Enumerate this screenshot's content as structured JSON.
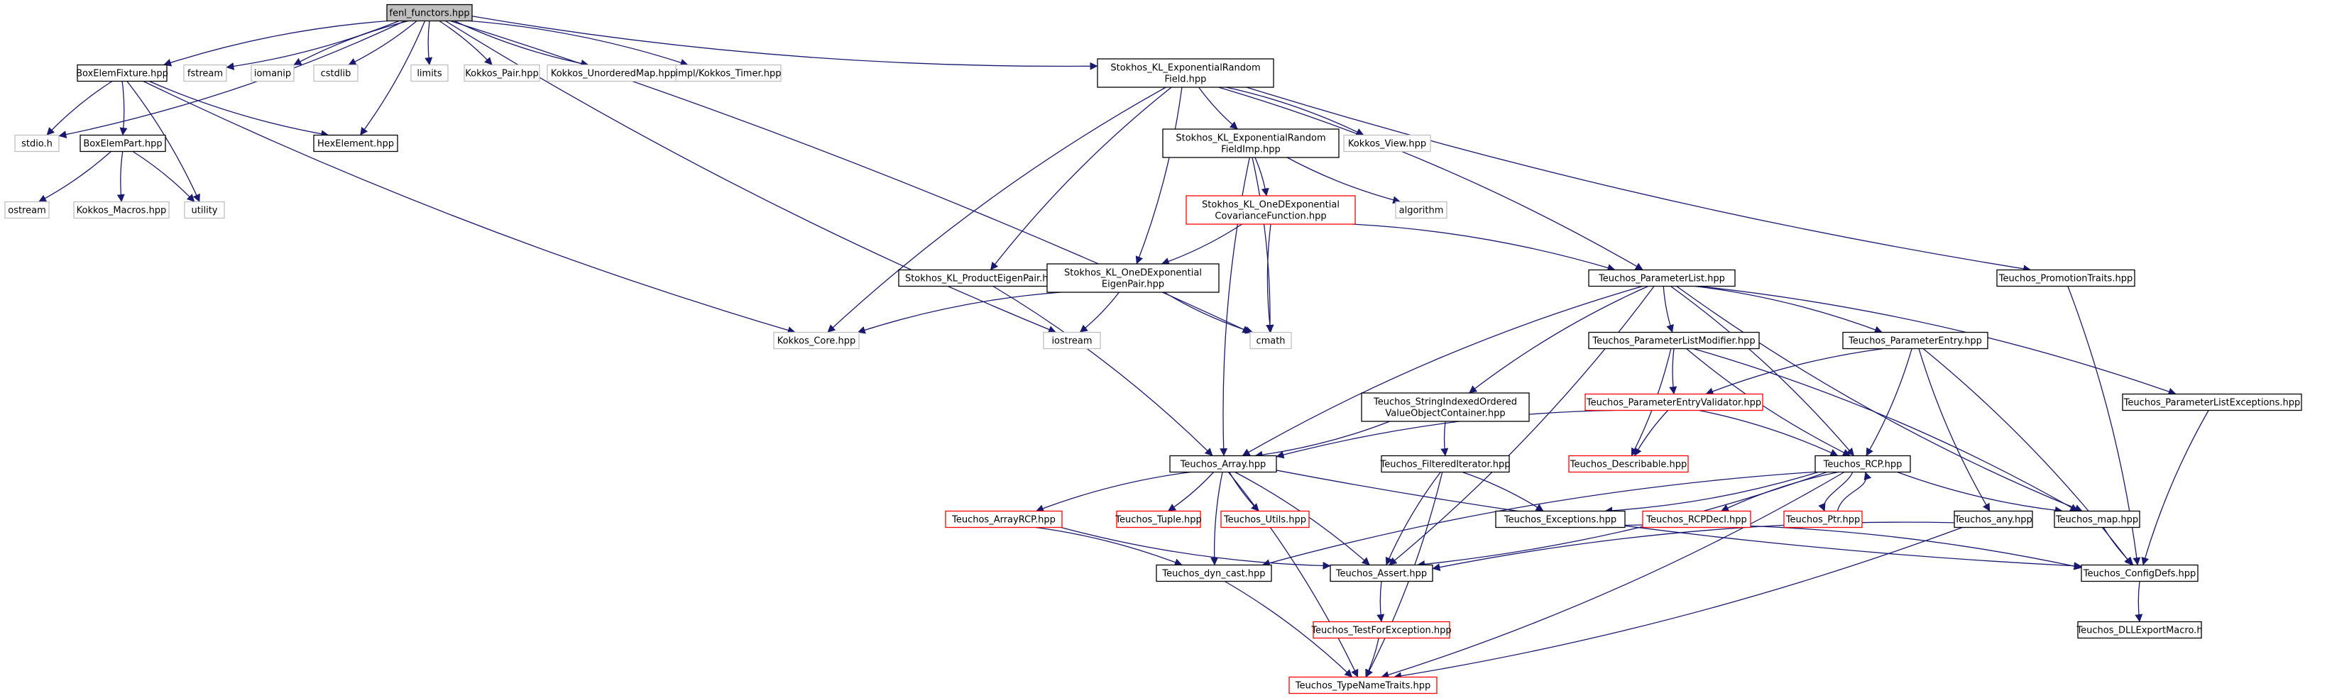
{
  "colors": {
    "edge": "#191970",
    "border_normal": "#000000",
    "border_missing": "#bfbfbf",
    "border_truncated": "#ff0000",
    "fill_root": "#bfbfbf",
    "fill": "#ffffff"
  },
  "nodes": {
    "fenl": {
      "lines": [
        "fenl_functors.hpp"
      ],
      "kind": "root"
    },
    "stdio": {
      "lines": [
        "stdio.h"
      ],
      "kind": "missing"
    },
    "boxfix": {
      "lines": [
        "BoxElemFixture.hpp"
      ],
      "kind": "normal"
    },
    "fstream": {
      "lines": [
        "fstream"
      ],
      "kind": "missing"
    },
    "iomanip": {
      "lines": [
        "iomanip"
      ],
      "kind": "missing"
    },
    "cstdlib": {
      "lines": [
        "cstdlib"
      ],
      "kind": "missing"
    },
    "limits": {
      "lines": [
        "limits"
      ],
      "kind": "missing"
    },
    "kpair": {
      "lines": [
        "Kokkos_Pair.hpp"
      ],
      "kind": "missing"
    },
    "kumap": {
      "lines": [
        "Kokkos_UnorderedMap.hpp"
      ],
      "kind": "missing"
    },
    "ktimer": {
      "lines": [
        "impl/Kokkos_Timer.hpp"
      ],
      "kind": "missing"
    },
    "skl_exp": {
      "lines": [
        "Stokhos_KL_ExponentialRandom",
        "Field.hpp"
      ],
      "kind": "normal"
    },
    "boxpart": {
      "lines": [
        "BoxElemPart.hpp"
      ],
      "kind": "normal"
    },
    "hexel": {
      "lines": [
        "HexElement.hpp"
      ],
      "kind": "normal"
    },
    "ostream": {
      "lines": [
        "ostream"
      ],
      "kind": "missing"
    },
    "kmacros": {
      "lines": [
        "Kokkos_Macros.hpp"
      ],
      "kind": "missing"
    },
    "utility": {
      "lines": [
        "utility"
      ],
      "kind": "missing"
    },
    "skl_expimp": {
      "lines": [
        "Stokhos_KL_ExponentialRandom",
        "FieldImp.hpp"
      ],
      "kind": "normal"
    },
    "kview": {
      "lines": [
        "Kokkos_View.hpp"
      ],
      "kind": "missing"
    },
    "skl_cov": {
      "lines": [
        "Stokhos_KL_OneDExponential",
        "CovarianceFunction.hpp"
      ],
      "kind": "truncated"
    },
    "algorithm": {
      "lines": [
        "algorithm"
      ],
      "kind": "missing"
    },
    "skl_prod": {
      "lines": [
        "Stokhos_KL_ProductEigenPair.hpp"
      ],
      "kind": "normal"
    },
    "skl_eig": {
      "lines": [
        "Stokhos_KL_OneDExponential",
        "EigenPair.hpp"
      ],
      "kind": "normal"
    },
    "tparam": {
      "lines": [
        "Teuchos_ParameterList.hpp"
      ],
      "kind": "normal"
    },
    "tpromo": {
      "lines": [
        "Teuchos_PromotionTraits.hpp"
      ],
      "kind": "normal"
    },
    "kcore": {
      "lines": [
        "Kokkos_Core.hpp"
      ],
      "kind": "missing"
    },
    "iostream": {
      "lines": [
        "iostream"
      ],
      "kind": "missing"
    },
    "cmath": {
      "lines": [
        "cmath"
      ],
      "kind": "missing"
    },
    "tplmod": {
      "lines": [
        "Teuchos_ParameterListModifier.hpp"
      ],
      "kind": "normal"
    },
    "tpentry": {
      "lines": [
        "Teuchos_ParameterEntry.hpp"
      ],
      "kind": "normal"
    },
    "tsiov": {
      "lines": [
        "Teuchos_StringIndexedOrdered",
        "ValueObjectContainer.hpp"
      ],
      "kind": "normal"
    },
    "tpev": {
      "lines": [
        "Teuchos_ParameterEntryValidator.hpp"
      ],
      "kind": "truncated"
    },
    "tplexc": {
      "lines": [
        "Teuchos_ParameterListExceptions.hpp"
      ],
      "kind": "normal"
    },
    "tarray": {
      "lines": [
        "Teuchos_Array.hpp"
      ],
      "kind": "normal"
    },
    "tfiter": {
      "lines": [
        "Teuchos_FilteredIterator.hpp"
      ],
      "kind": "normal"
    },
    "tdesc": {
      "lines": [
        "Teuchos_Describable.hpp"
      ],
      "kind": "truncated"
    },
    "trcp": {
      "lines": [
        "Teuchos_RCP.hpp"
      ],
      "kind": "normal"
    },
    "tarcp": {
      "lines": [
        "Teuchos_ArrayRCP.hpp"
      ],
      "kind": "truncated"
    },
    "ttuple": {
      "lines": [
        "Teuchos_Tuple.hpp"
      ],
      "kind": "truncated"
    },
    "tutils": {
      "lines": [
        "Teuchos_Utils.hpp"
      ],
      "kind": "truncated"
    },
    "texc": {
      "lines": [
        "Teuchos_Exceptions.hpp"
      ],
      "kind": "normal"
    },
    "trcpdecl": {
      "lines": [
        "Teuchos_RCPDecl.hpp"
      ],
      "kind": "truncated"
    },
    "tptr": {
      "lines": [
        "Teuchos_Ptr.hpp"
      ],
      "kind": "truncated"
    },
    "tany": {
      "lines": [
        "Teuchos_any.hpp"
      ],
      "kind": "normal"
    },
    "tmap": {
      "lines": [
        "Teuchos_map.hpp"
      ],
      "kind": "normal"
    },
    "tdyn": {
      "lines": [
        "Teuchos_dyn_cast.hpp"
      ],
      "kind": "normal"
    },
    "tassert": {
      "lines": [
        "Teuchos_Assert.hpp"
      ],
      "kind": "normal"
    },
    "tconf": {
      "lines": [
        "Teuchos_ConfigDefs.hpp"
      ],
      "kind": "normal"
    },
    "ttfe": {
      "lines": [
        "Teuchos_TestForException.hpp"
      ],
      "kind": "truncated"
    },
    "tdll": {
      "lines": [
        "Teuchos_DLLExportMacro.h"
      ],
      "kind": "normal"
    },
    "ttnt": {
      "lines": [
        "Teuchos_TypeNameTraits.hpp"
      ],
      "kind": "truncated"
    }
  },
  "edges": [
    [
      "fenl",
      "stdio"
    ],
    [
      "fenl",
      "boxfix"
    ],
    [
      "fenl",
      "fstream"
    ],
    [
      "fenl",
      "iomanip"
    ],
    [
      "fenl",
      "cstdlib"
    ],
    [
      "fenl",
      "limits"
    ],
    [
      "fenl",
      "kpair"
    ],
    [
      "fenl",
      "kumap"
    ],
    [
      "fenl",
      "ktimer"
    ],
    [
      "fenl",
      "skl_exp"
    ],
    [
      "fenl",
      "hexel"
    ],
    [
      "fenl",
      "iostream"
    ],
    [
      "fenl",
      "cmath"
    ],
    [
      "boxfix",
      "stdio"
    ],
    [
      "boxfix",
      "boxpart"
    ],
    [
      "boxfix",
      "hexel"
    ],
    [
      "boxfix",
      "utility"
    ],
    [
      "boxfix",
      "kcore"
    ],
    [
      "boxpart",
      "ostream"
    ],
    [
      "boxpart",
      "kmacros"
    ],
    [
      "boxpart",
      "utility"
    ],
    [
      "skl_exp",
      "skl_expimp"
    ],
    [
      "skl_exp",
      "kview"
    ],
    [
      "skl_exp",
      "skl_prod"
    ],
    [
      "skl_exp",
      "skl_eig"
    ],
    [
      "skl_exp",
      "kcore"
    ],
    [
      "skl_exp",
      "tparam"
    ],
    [
      "skl_exp",
      "tpromo"
    ],
    [
      "skl_expimp",
      "skl_cov"
    ],
    [
      "skl_expimp",
      "algorithm"
    ],
    [
      "skl_expimp",
      "cmath"
    ],
    [
      "skl_expimp",
      "tarray"
    ],
    [
      "skl_cov",
      "skl_eig"
    ],
    [
      "skl_cov",
      "cmath"
    ],
    [
      "skl_cov",
      "tparam"
    ],
    [
      "skl_eig",
      "kcore"
    ],
    [
      "skl_eig",
      "iostream"
    ],
    [
      "skl_eig",
      "cmath"
    ],
    [
      "skl_prod",
      "tarray"
    ],
    [
      "tparam",
      "tplmod"
    ],
    [
      "tparam",
      "tpentry"
    ],
    [
      "tparam",
      "tsiov"
    ],
    [
      "tparam",
      "tplexc"
    ],
    [
      "tparam",
      "tarray"
    ],
    [
      "tparam",
      "trcp"
    ],
    [
      "tparam",
      "tmap"
    ],
    [
      "tparam",
      "tassert"
    ],
    [
      "tplmod",
      "tpev"
    ],
    [
      "tplmod",
      "tdesc"
    ],
    [
      "tplmod",
      "trcp"
    ],
    [
      "tplmod",
      "tmap"
    ],
    [
      "tpentry",
      "tpev"
    ],
    [
      "tpentry",
      "trcp"
    ],
    [
      "tpentry",
      "tany"
    ],
    [
      "tpentry",
      "tconf"
    ],
    [
      "tpev",
      "tdesc"
    ],
    [
      "tpev",
      "trcp"
    ],
    [
      "tpev",
      "tarray"
    ],
    [
      "tsiov",
      "tarray"
    ],
    [
      "tsiov",
      "tfiter"
    ],
    [
      "tfiter",
      "texc"
    ],
    [
      "tfiter",
      "tassert"
    ],
    [
      "tfiter",
      "ttnt"
    ],
    [
      "tplexc",
      "tconf"
    ],
    [
      "tpromo",
      "tconf"
    ],
    [
      "tarray",
      "tarcp"
    ],
    [
      "tarray",
      "ttuple"
    ],
    [
      "tarray",
      "tutils"
    ],
    [
      "tarray",
      "tassert"
    ],
    [
      "tarray",
      "tconf"
    ],
    [
      "tarray",
      "ttnt"
    ],
    [
      "tarray",
      "tdyn"
    ],
    [
      "trcp",
      "texc"
    ],
    [
      "trcp",
      "trcpdecl"
    ],
    [
      "trcp",
      "tptr"
    ],
    [
      "trcp",
      "tmap"
    ],
    [
      "trcp",
      "tassert"
    ],
    [
      "trcp",
      "tdyn"
    ],
    [
      "trcp",
      "ttnt"
    ],
    [
      "tptr",
      "trcp"
    ],
    [
      "tarcp",
      "tdyn"
    ],
    [
      "tarcp",
      "tassert"
    ],
    [
      "texc",
      "tconf"
    ],
    [
      "tany",
      "tassert"
    ],
    [
      "tany",
      "ttnt"
    ],
    [
      "tmap",
      "tconf"
    ],
    [
      "tdyn",
      "ttnt"
    ],
    [
      "tassert",
      "ttfe"
    ],
    [
      "ttfe",
      "ttnt"
    ],
    [
      "tconf",
      "tdll"
    ]
  ]
}
